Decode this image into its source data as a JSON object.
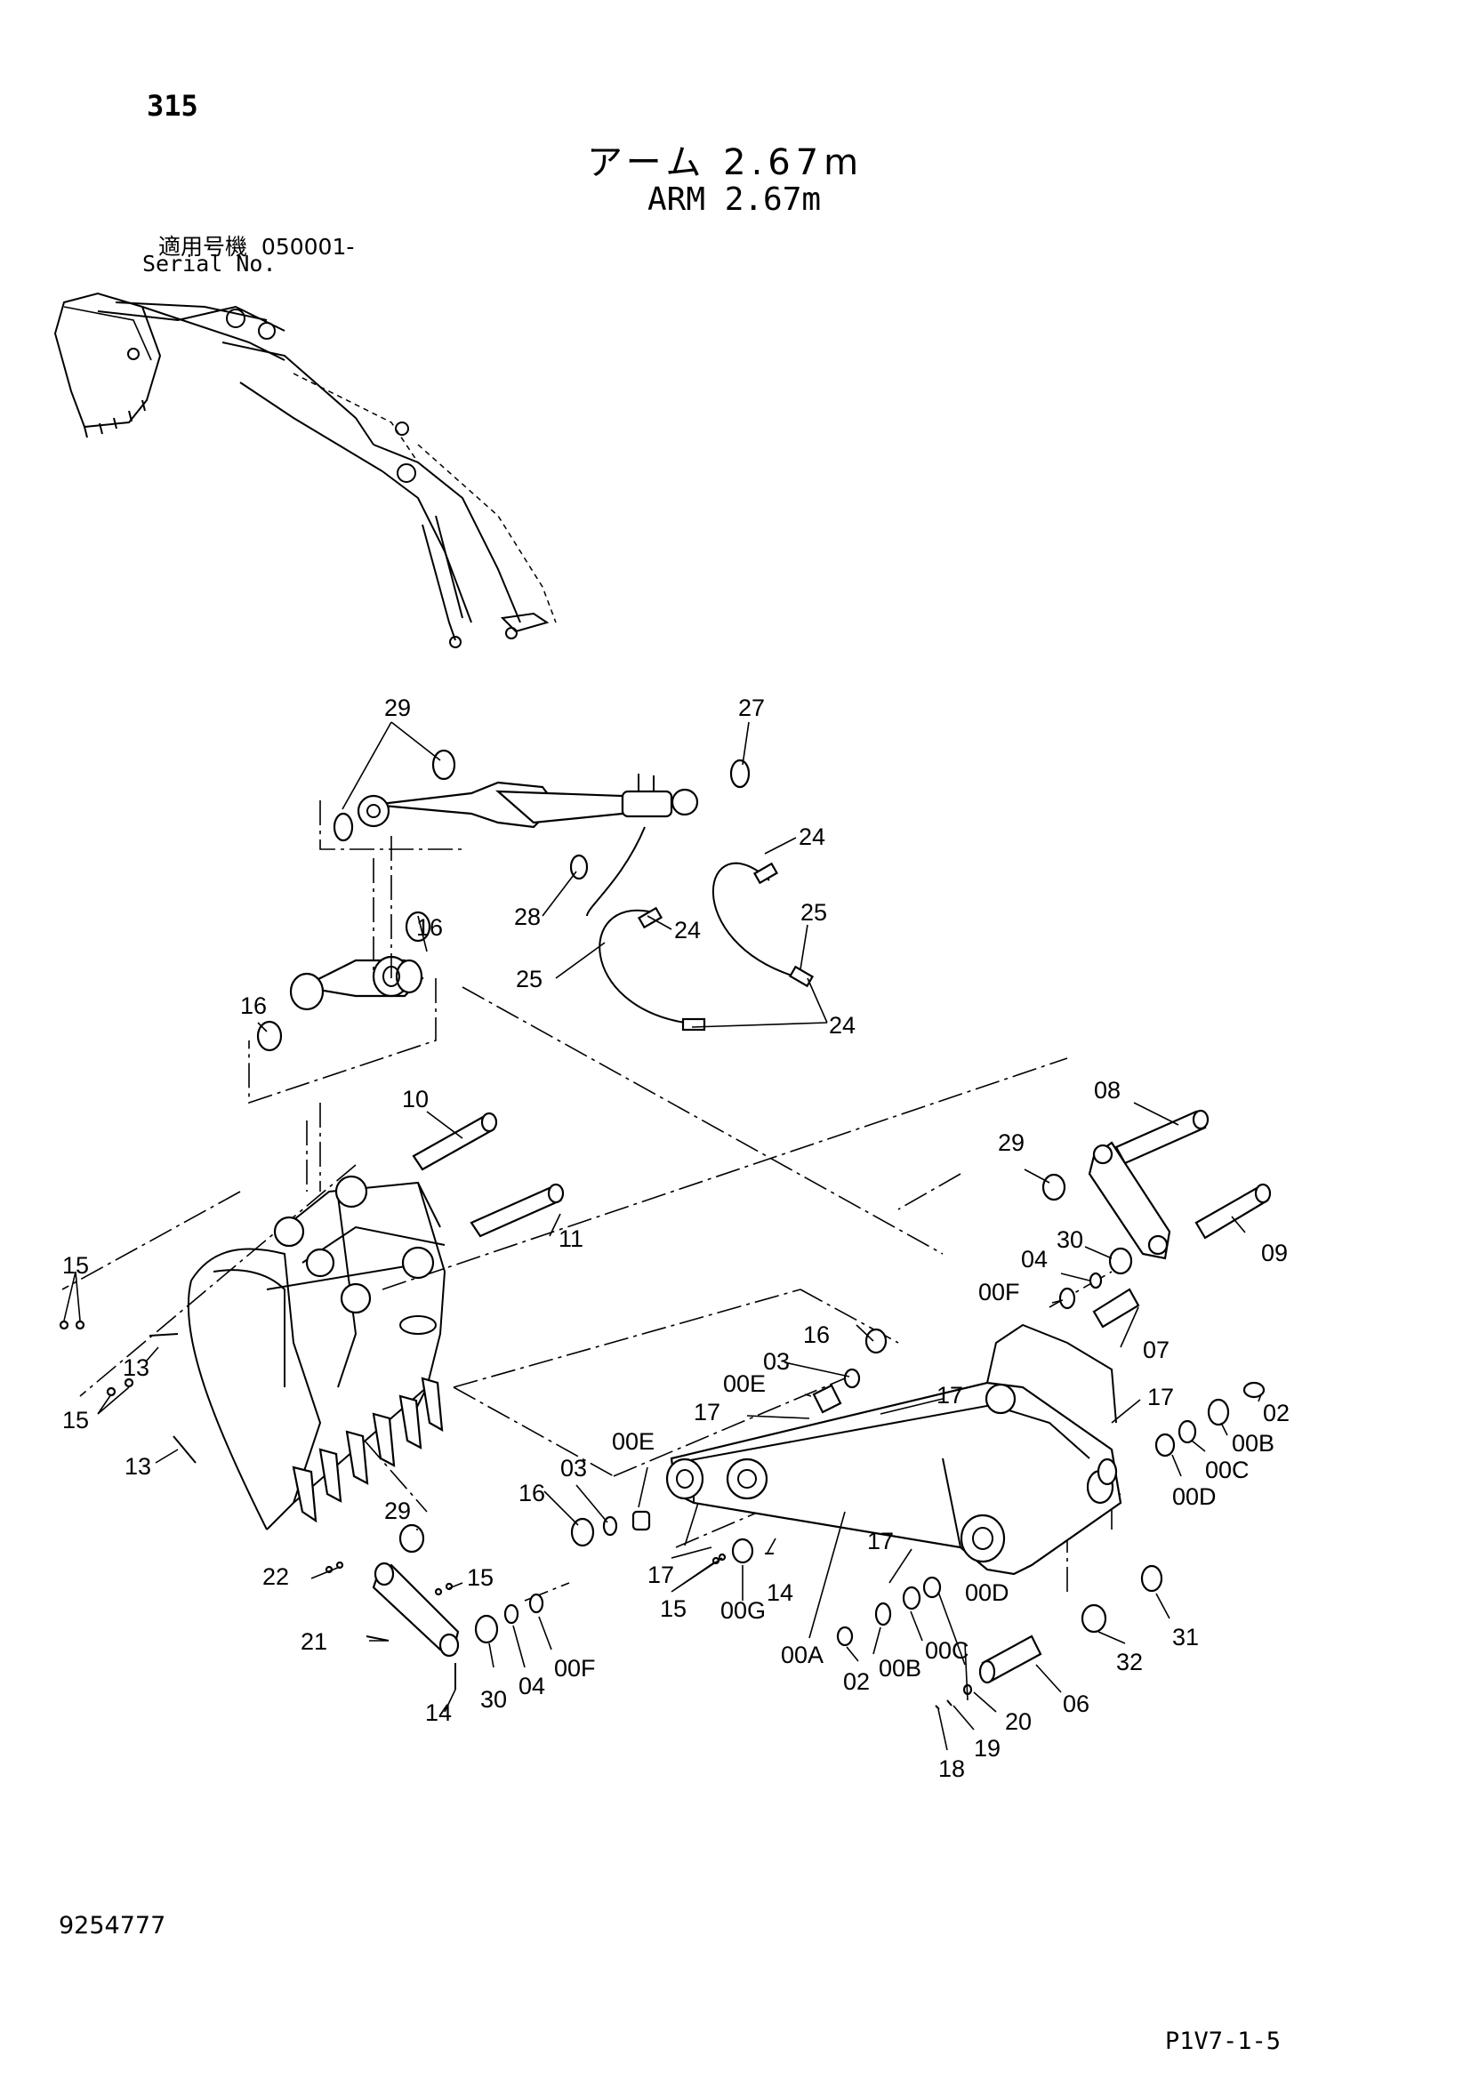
{
  "header": {
    "page_number": "315",
    "title_jp": "アーム 2.67m",
    "title_en": "ARM 2.67m",
    "serial_label_jp": "適用号機",
    "serial_range": "050001-",
    "serial_label_en": "Serial No."
  },
  "footer": {
    "document_number": "9254777",
    "page_code": "P1V7-1-5"
  },
  "callouts": [
    {
      "id": "c-29a",
      "text": "29"
    },
    {
      "id": "c-27",
      "text": "27"
    },
    {
      "id": "c-24a",
      "text": "24"
    },
    {
      "id": "c-28",
      "text": "28"
    },
    {
      "id": "c-24b",
      "text": "24"
    },
    {
      "id": "c-25a",
      "text": "25"
    },
    {
      "id": "c-25b",
      "text": "25"
    },
    {
      "id": "c-24c",
      "text": "24"
    },
    {
      "id": "c-16a",
      "text": "16"
    },
    {
      "id": "c-16b",
      "text": "16"
    },
    {
      "id": "c-10",
      "text": "10"
    },
    {
      "id": "c-11",
      "text": "11"
    },
    {
      "id": "c-08",
      "text": "08"
    },
    {
      "id": "c-29b",
      "text": "29"
    },
    {
      "id": "c-30a",
      "text": "30"
    },
    {
      "id": "c-09",
      "text": "09"
    },
    {
      "id": "c-04a",
      "text": "04"
    },
    {
      "id": "c-00Fa",
      "text": "00F"
    },
    {
      "id": "c-07",
      "text": "07"
    },
    {
      "id": "c-15a",
      "text": "15"
    },
    {
      "id": "c-13a",
      "text": "13"
    },
    {
      "id": "c-15b",
      "text": "15"
    },
    {
      "id": "c-13b",
      "text": "13"
    },
    {
      "id": "c-16c",
      "text": "16"
    },
    {
      "id": "c-03a",
      "text": "03"
    },
    {
      "id": "c-00Ea",
      "text": "00E"
    },
    {
      "id": "c-17a",
      "text": "17"
    },
    {
      "id": "c-17b",
      "text": "17"
    },
    {
      "id": "c-17c",
      "text": "17"
    },
    {
      "id": "c-02a",
      "text": "02"
    },
    {
      "id": "c-00Ba",
      "text": "00B"
    },
    {
      "id": "c-00Ca",
      "text": "00C"
    },
    {
      "id": "c-00Da",
      "text": "00D"
    },
    {
      "id": "c-00Eb",
      "text": "00E"
    },
    {
      "id": "c-03b",
      "text": "03"
    },
    {
      "id": "c-16d",
      "text": "16"
    },
    {
      "id": "c-29c",
      "text": "29"
    },
    {
      "id": "c-17d",
      "text": "17"
    },
    {
      "id": "c-17e",
      "text": "17"
    },
    {
      "id": "c-22",
      "text": "22"
    },
    {
      "id": "c-15c",
      "text": "15"
    },
    {
      "id": "c-15d",
      "text": "15"
    },
    {
      "id": "c-00G",
      "text": "00G"
    },
    {
      "id": "c-14a",
      "text": "14"
    },
    {
      "id": "c-00Db",
      "text": "00D"
    },
    {
      "id": "c-21",
      "text": "21"
    },
    {
      "id": "c-30b",
      "text": "30"
    },
    {
      "id": "c-04b",
      "text": "04"
    },
    {
      "id": "c-00Fb",
      "text": "00F"
    },
    {
      "id": "c-00A",
      "text": "00A"
    },
    {
      "id": "c-00Cb",
      "text": "00C"
    },
    {
      "id": "c-02b",
      "text": "02"
    },
    {
      "id": "c-00Bb",
      "text": "00B"
    },
    {
      "id": "c-32",
      "text": "32"
    },
    {
      "id": "c-31",
      "text": "31"
    },
    {
      "id": "c-14b",
      "text": "14"
    },
    {
      "id": "c-20",
      "text": "20"
    },
    {
      "id": "c-06",
      "text": "06"
    },
    {
      "id": "c-19",
      "text": "19"
    },
    {
      "id": "c-18",
      "text": "18"
    }
  ]
}
